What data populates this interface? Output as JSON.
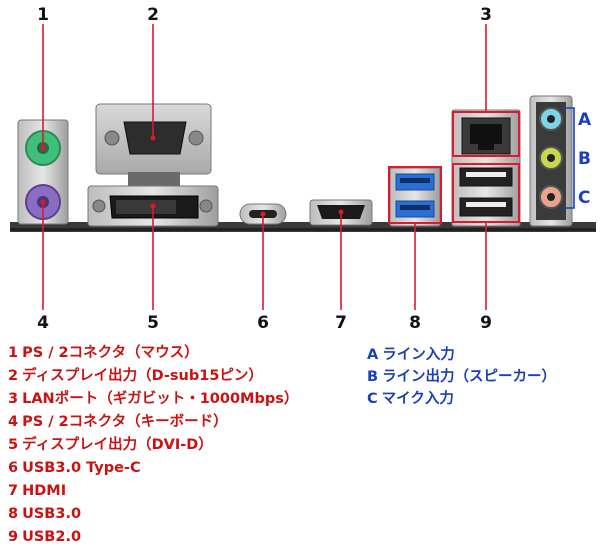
{
  "callouts": [
    {
      "id": "1",
      "label": "1"
    },
    {
      "id": "2",
      "label": "2"
    },
    {
      "id": "3",
      "label": "3"
    },
    {
      "id": "4",
      "label": "4"
    },
    {
      "id": "5",
      "label": "5"
    },
    {
      "id": "6",
      "label": "6"
    },
    {
      "id": "7",
      "label": "7"
    },
    {
      "id": "8",
      "label": "8"
    },
    {
      "id": "9",
      "label": "9"
    }
  ],
  "audio_jacks": [
    {
      "key": "A",
      "color": "#7fd3e6"
    },
    {
      "key": "B",
      "color": "#c8d84e"
    },
    {
      "key": "C",
      "color": "#e9a58c"
    }
  ],
  "legend_left": [
    {
      "key": "1",
      "text": "PS / 2コネクタ（マウス）"
    },
    {
      "key": "2",
      "text": "ディスプレイ出力（D-sub15ピン）"
    },
    {
      "key": "3",
      "text": "LANポート（ギガビット・1000Mbps）"
    },
    {
      "key": "4",
      "text": "PS / 2コネクタ（キーボード）"
    },
    {
      "key": "5",
      "text": "ディスプレイ出力（DVI-D）"
    },
    {
      "key": "6",
      "text": "USB3.0 Type-C"
    },
    {
      "key": "7",
      "text": "HDMI"
    },
    {
      "key": "8",
      "text": "USB3.0"
    },
    {
      "key": "9",
      "text": "USB2.0"
    }
  ],
  "legend_right": [
    {
      "key": "A",
      "text": "ライン入力"
    },
    {
      "key": "B",
      "text": "ライン出力（スピーカー）"
    },
    {
      "key": "C",
      "text": "マイク入力"
    }
  ],
  "colors": {
    "leader": "#e0182d",
    "legend_left": "#cc1111",
    "legend_right": "#1a3fb8",
    "usb3": "#2a6fd8",
    "ps2_mouse": "#3fbf7a",
    "ps2_keyboard": "#8a6cc4"
  }
}
